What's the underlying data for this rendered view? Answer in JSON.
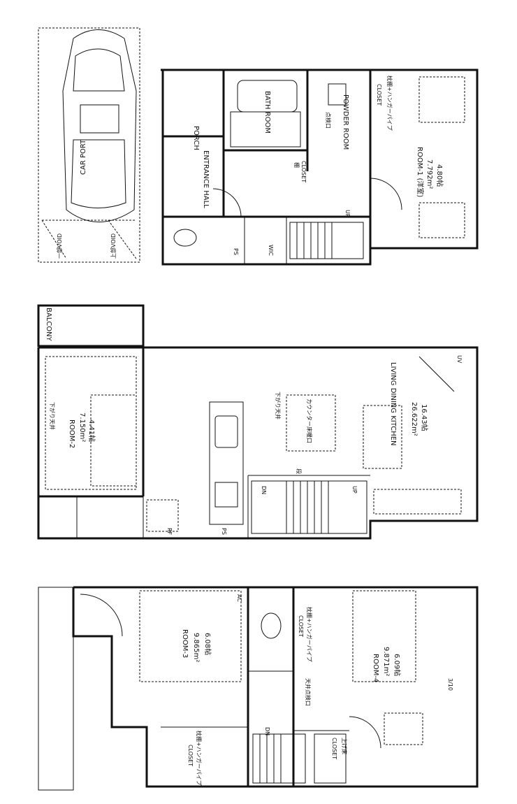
{
  "ground_floor": {
    "car_void_left": "一部VOID",
    "car_void_right": "上部VOID",
    "car_port": "CAR PORT",
    "porch": "PORCH",
    "bath_room": "BATH ROOM",
    "powder_room": "POWDER ROOM",
    "inspection_port": "点検口",
    "closet_top": "CLOSET",
    "closet_top_note": "枕棚+ハンガーパイプ",
    "entrance_hall": "ENTRANCE HALL",
    "closet_small_note": "棚",
    "closet_small": "CLOSET",
    "room1_name": "ROOM-1 (洋室)",
    "room1_area": "7.792m²",
    "room1_tatami": "4.80帖",
    "wic": "WIC",
    "up": "UP",
    "ps": "PS"
  },
  "middle_floor": {
    "balcony": "BALCONY",
    "room2_ceiling": "下がり天井",
    "room2_name": "ROOM-2",
    "room2_area": "7.150m²",
    "room2_tatami": "4.41帖",
    "ldk_name": "LIVING DINING KITCHEN",
    "ldk_area": "26.622m²",
    "ldk_tatami": "16.43帖",
    "drop_ceiling": "下がり天井",
    "counter_note": "カウンター床暖口",
    "step": "段",
    "ref": "RF",
    "dn": "DN",
    "up": "UP",
    "ps": "PS",
    "uv": "UV"
  },
  "top_floor": {
    "ac": "AC",
    "room3_name": "ROOM-3",
    "room3_area": "9.865m²",
    "room3_tatami": "6.08帖",
    "closet_left": "CLOSET",
    "closet_left_note": "枕棚+ハンガーパイプ",
    "closet_mid": "CLOSET",
    "closet_mid_note": "枕棚+ハンガーパイプ",
    "ceiling_inspection": "天井点検口",
    "room4_name": "ROOM-4",
    "room4_area": "9.871m²",
    "room4_tatami": "6.09帖",
    "slope": "3/10",
    "dn": "DN",
    "closet_br": "CLOSET",
    "closet_br_note": "上げ床"
  }
}
